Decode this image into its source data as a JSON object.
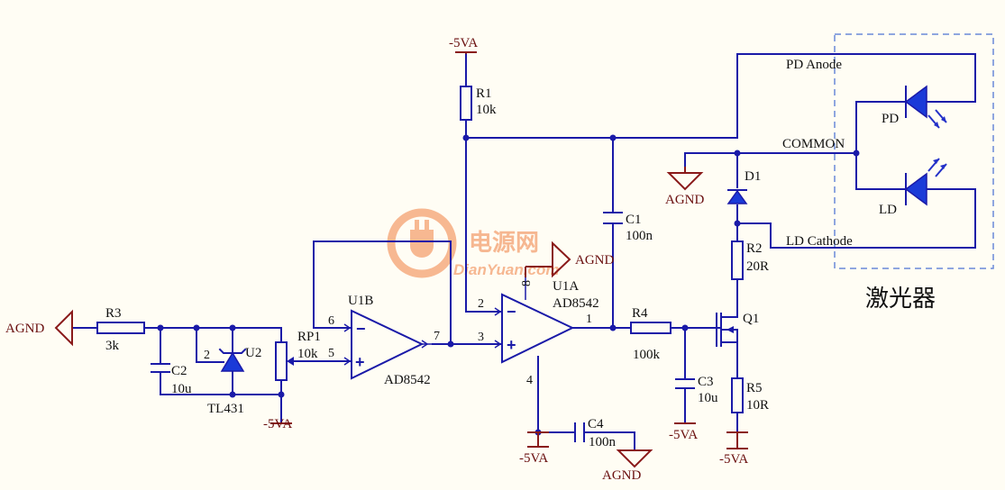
{
  "labels": {
    "agnd": "AGND",
    "neg5va": "-5VA",
    "r1_ref": "R1",
    "r1_val": "10k",
    "r2_ref": "R2",
    "r2_val": "20R",
    "r3_ref": "R3",
    "r3_val": "3k",
    "r4_ref": "R4",
    "r4_val": "100k",
    "r5_ref": "R5",
    "r5_val": "10R",
    "c1_ref": "C1",
    "c1_val": "100n",
    "c2_ref": "C2",
    "c2_val": "10u",
    "c3_ref": "C3",
    "c3_val": "10u",
    "c4_ref": "C4",
    "c4_val": "100n",
    "rp1_ref": "RP1",
    "rp1_val": "10k",
    "u1a_ref": "U1A",
    "u1a_val": "AD8542",
    "u1b_ref": "U1B",
    "u1b_val": "AD8542",
    "u2_ref": "U2",
    "u2_val": "TL431",
    "q1_ref": "Q1",
    "d1_ref": "D1",
    "pd_anode": "PD Anode",
    "common": "COMMON",
    "ld_cathode": "LD Cathode",
    "pd": "PD",
    "ld": "LD",
    "laser": "激光器",
    "minus": "−",
    "plus": "+",
    "pins": {
      "p1": "1",
      "p2": "2",
      "p3": "3",
      "p4": "4",
      "p5": "5",
      "p6": "6",
      "p7": "7",
      "p8": "8",
      "u2p2": "2"
    },
    "watermark_cn": "电源网",
    "watermark_en": "DianYuan.com"
  },
  "colors": {
    "wire": "#1a1aa8",
    "power": "#8a1a1a",
    "dashed_box": "#6a8ad8",
    "background": "#fffdf4"
  }
}
